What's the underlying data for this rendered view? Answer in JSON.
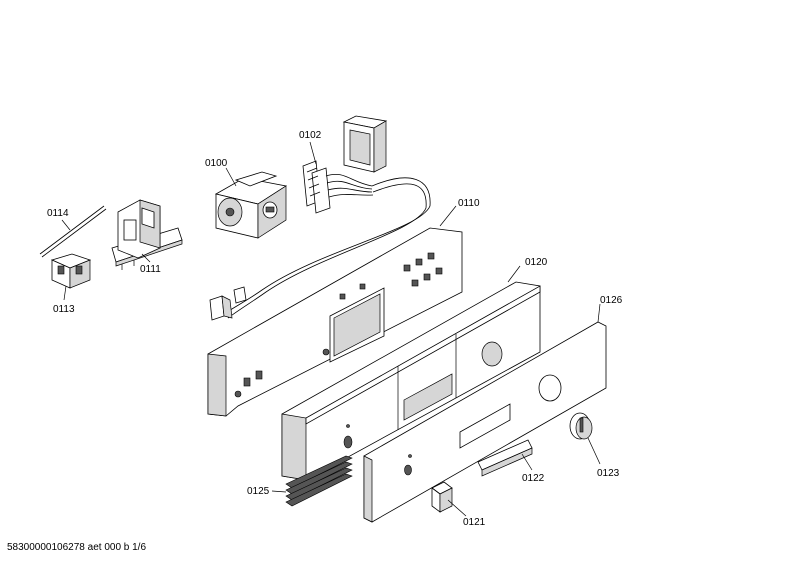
{
  "labels": {
    "p0100": "0100",
    "p0102": "0102",
    "p0110": "0110",
    "p0111": "0111",
    "p0113": "0113",
    "p0114": "0114",
    "p0120": "0120",
    "p0121": "0121",
    "p0122": "0122",
    "p0123": "0123",
    "p0125": "0125",
    "p0126": "0126"
  },
  "footer": "58300000106278 aet 000 b 1/6"
}
